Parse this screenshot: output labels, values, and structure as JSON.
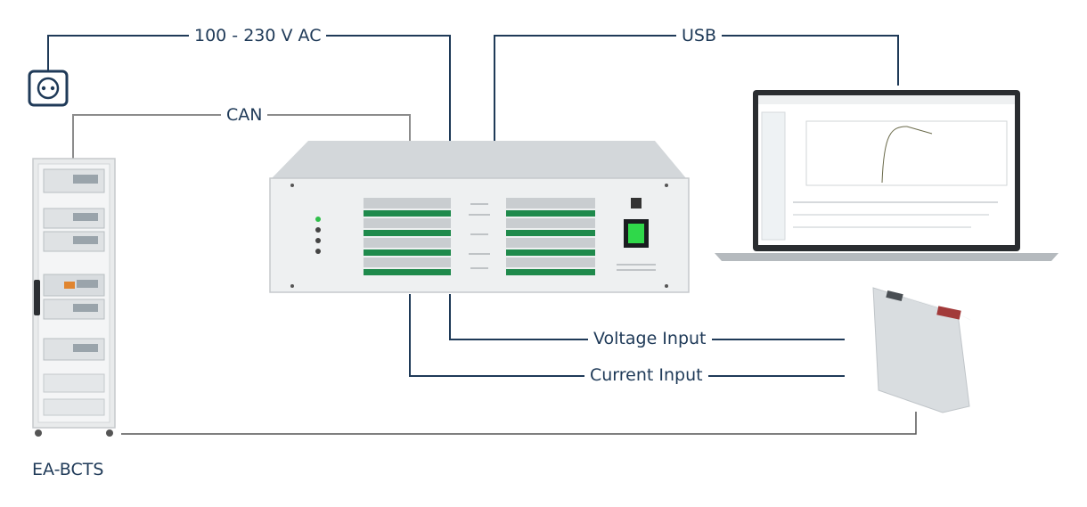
{
  "labels": {
    "power": "100 - 230 V AC",
    "can": "CAN",
    "usb": "USB",
    "voltage": "Voltage Input",
    "current": "Current Input",
    "rack": "EA-BCTS"
  },
  "colors": {
    "line": "#1f3a58",
    "can_line": "#8c8c8c",
    "green_terminal": "#1f8a4c",
    "switch_green": "#2fd84a",
    "cell_top_red": "#a23a3a"
  },
  "icons": [
    "power-socket-icon",
    "rack-cabinet",
    "data-logger-device",
    "laptop",
    "battery-cell"
  ]
}
